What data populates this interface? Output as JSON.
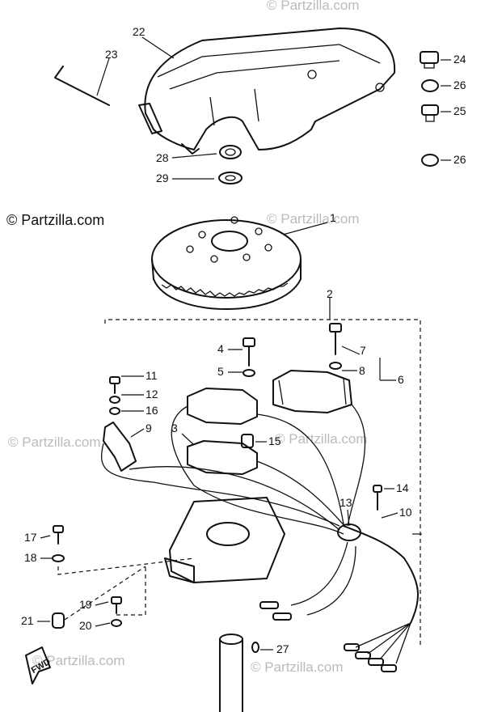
{
  "watermark": {
    "main": "© Partzilla.com",
    "faded": "© Partzilla.com"
  },
  "fwd_label": "FWD",
  "callouts": {
    "p1": "1",
    "p2": "2",
    "p3": "3",
    "p4": "4",
    "p5": "5",
    "p6": "6",
    "p7": "7",
    "p8": "8",
    "p9": "9",
    "p10": "10",
    "p11": "11",
    "p12": "12",
    "p13": "13",
    "p14": "14",
    "p15": "15",
    "p16": "16",
    "p17": "17",
    "p18": "18",
    "p19": "19",
    "p20": "20",
    "p21": "21",
    "p22": "22",
    "p23": "23",
    "p24": "24",
    "p25": "25",
    "p26a": "26",
    "p26b": "26",
    "p27": "27",
    "p28": "28",
    "p29": "29"
  }
}
